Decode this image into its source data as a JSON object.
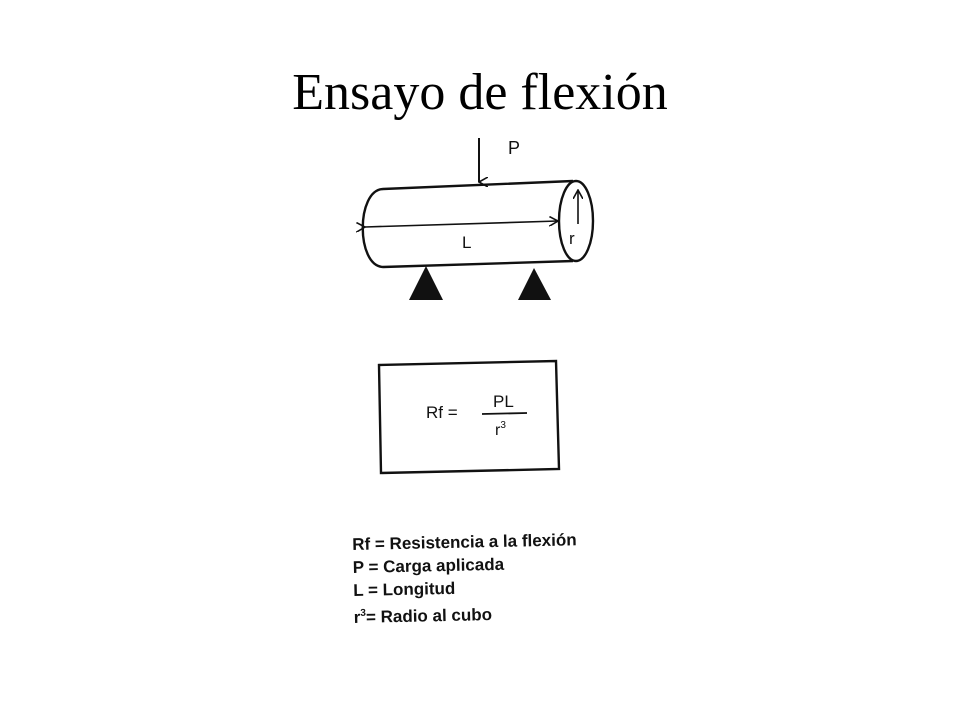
{
  "title": "Ensayo de flexión",
  "diagram": {
    "load_label": "P",
    "length_label": "L",
    "radius_label": "r"
  },
  "formula": {
    "lhs": "Rf =",
    "numerator": "PL",
    "denominator": "r3"
  },
  "legend": [
    {
      "symbol": "Rf",
      "exp": "",
      "text": " = Resistencia a la  flexión"
    },
    {
      "symbol": "P",
      "exp": "",
      "text": " = Carga aplicada"
    },
    {
      "symbol": "L",
      "exp": "",
      "text": " = Longitud"
    },
    {
      "symbol": "r",
      "exp": "3",
      "text": "= Radio al cubo"
    }
  ]
}
